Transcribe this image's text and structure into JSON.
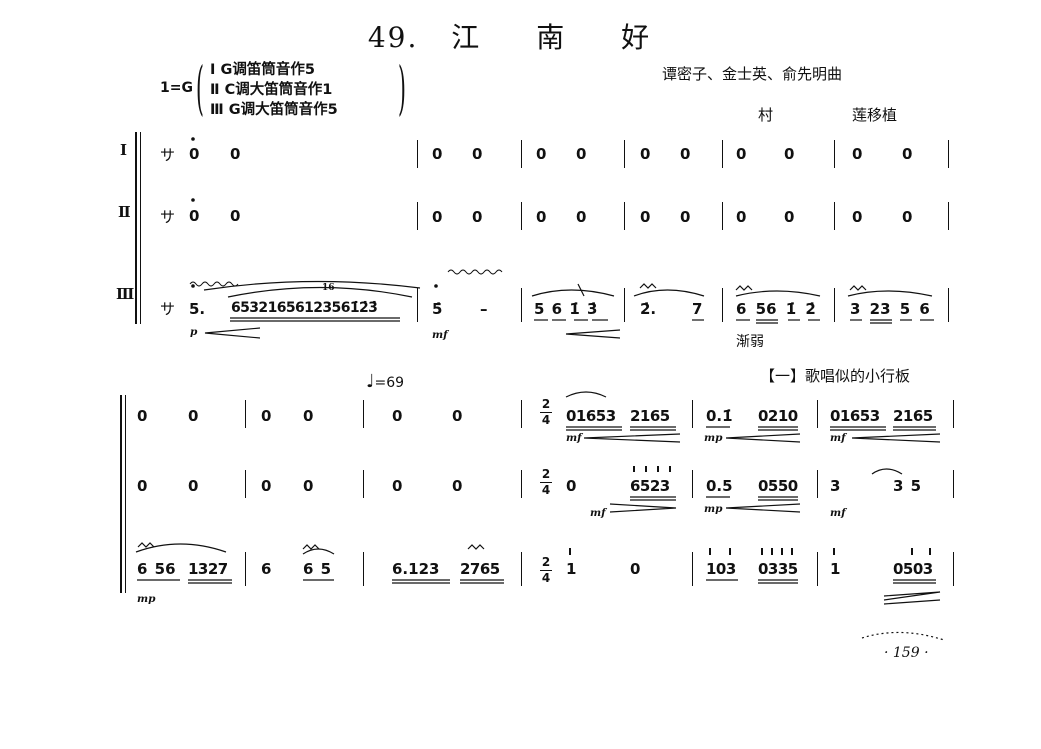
{
  "header": {
    "number": "49.",
    "title_chars": [
      "江",
      "南",
      "好"
    ],
    "key": "1=G",
    "key_lines": [
      "Ⅰ G调笛筒音作5",
      "Ⅱ C调大笛筒音作1",
      "Ⅲ G调大笛筒音作5"
    ],
    "composers": "谭密子、金士英、俞先明曲",
    "arranger_1": "村",
    "arranger_2": "莲移植"
  },
  "system1": {
    "part_labels": [
      "Ⅰ",
      "Ⅱ",
      "Ⅲ"
    ],
    "free_mark": "サ",
    "part1": [
      "0",
      "0",
      "0",
      "0",
      "0",
      "0",
      "0",
      "0",
      "0",
      "0",
      "0",
      "0"
    ],
    "part2": [
      "0",
      "0",
      "0",
      "0",
      "0",
      "0",
      "0",
      "0",
      "0",
      "0",
      "0",
      "0"
    ],
    "part3": {
      "m1a": "5.",
      "m1b": "65321656123561̇2̇3̇",
      "m2a": "5̇",
      "m2b": "–",
      "m3": "5 6 1̇ 3̇",
      "m4a": "2̇.",
      "m4b": "7",
      "m5": "6 56 1̇ 2̇",
      "m6": "3 23 5 6",
      "tuplet": "16",
      "dyn_p": "p",
      "dyn_mf": "mf",
      "dim_text": "渐弱"
    }
  },
  "system2": {
    "tempo": "=69",
    "section": "【一】歌唱似的小行板",
    "time_sig": {
      "top": "2",
      "bottom": "4"
    },
    "part1": [
      "0",
      "0",
      "0",
      "0",
      "0",
      "0",
      "01653",
      "2165",
      "0.1̇",
      "0210",
      "01653",
      "2165"
    ],
    "part2": [
      "0",
      "0",
      "0",
      "0",
      "0",
      "0",
      "0",
      "6523",
      "0.5",
      "0550",
      "3",
      "3 5"
    ],
    "part3": [
      "6 56",
      "1327",
      "6",
      "6 5",
      "6.123",
      "2765",
      "1",
      "0",
      "103",
      "0335",
      "1",
      "0503"
    ],
    "dynamics": {
      "p1_m4": "mf",
      "p1_m5": "mp",
      "p1_m6": "mf",
      "p2_m4": "mf",
      "p2_m5": "mp",
      "p2_m6": "mf",
      "p3_m1": "mp"
    }
  },
  "footer": {
    "page_number": "· 159 ·"
  }
}
